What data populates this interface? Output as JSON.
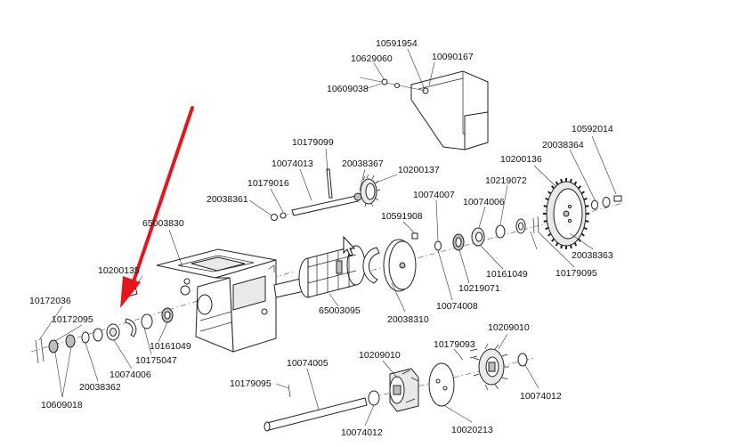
{
  "labels": {
    "l_10591954": "10591954",
    "l_10629060": "10629060",
    "l_10090167": "10090167",
    "l_10609038": "10609038",
    "l_10179099": "10179099",
    "l_10074013": "10074013",
    "l_20038367": "20038367",
    "l_10200137": "10200137",
    "l_10179016": "10179016",
    "l_20038361": "20038361",
    "l_10591908": "10591908",
    "l_10074007": "10074007",
    "l_10219072": "10219072",
    "l_10074006_a": "10074006",
    "l_10200136": "10200136",
    "l_20038364": "20038364",
    "l_10592014": "10592014",
    "l_65003830": "65003830",
    "l_10200135": "10200135",
    "l_10172036": "10172036",
    "l_10172095": "10172095",
    "l_10161049_a": "10161049",
    "l_10175047": "10175047",
    "l_10074006_b": "10074006",
    "l_20038362": "20038362",
    "l_10609018": "10609018",
    "l_65003095": "65003095",
    "l_20038310": "20038310",
    "l_10074008": "10074008",
    "l_10219071": "10219071",
    "l_10161049_b": "10161049",
    "l_20038363": "20038363",
    "l_10179095_a": "10179095",
    "l_10074005": "10074005",
    "l_10179095_b": "10179095",
    "l_10209010_a": "10209010",
    "l_10179093": "10179093",
    "l_10209010_b": "10209010",
    "l_10074012_a": "10074012",
    "l_10074012_b": "10074012",
    "l_10020213": "10020213"
  },
  "colors": {
    "arrow": "#e8141c",
    "ink": "#222222",
    "gear_fill": "#e9e9e9"
  }
}
